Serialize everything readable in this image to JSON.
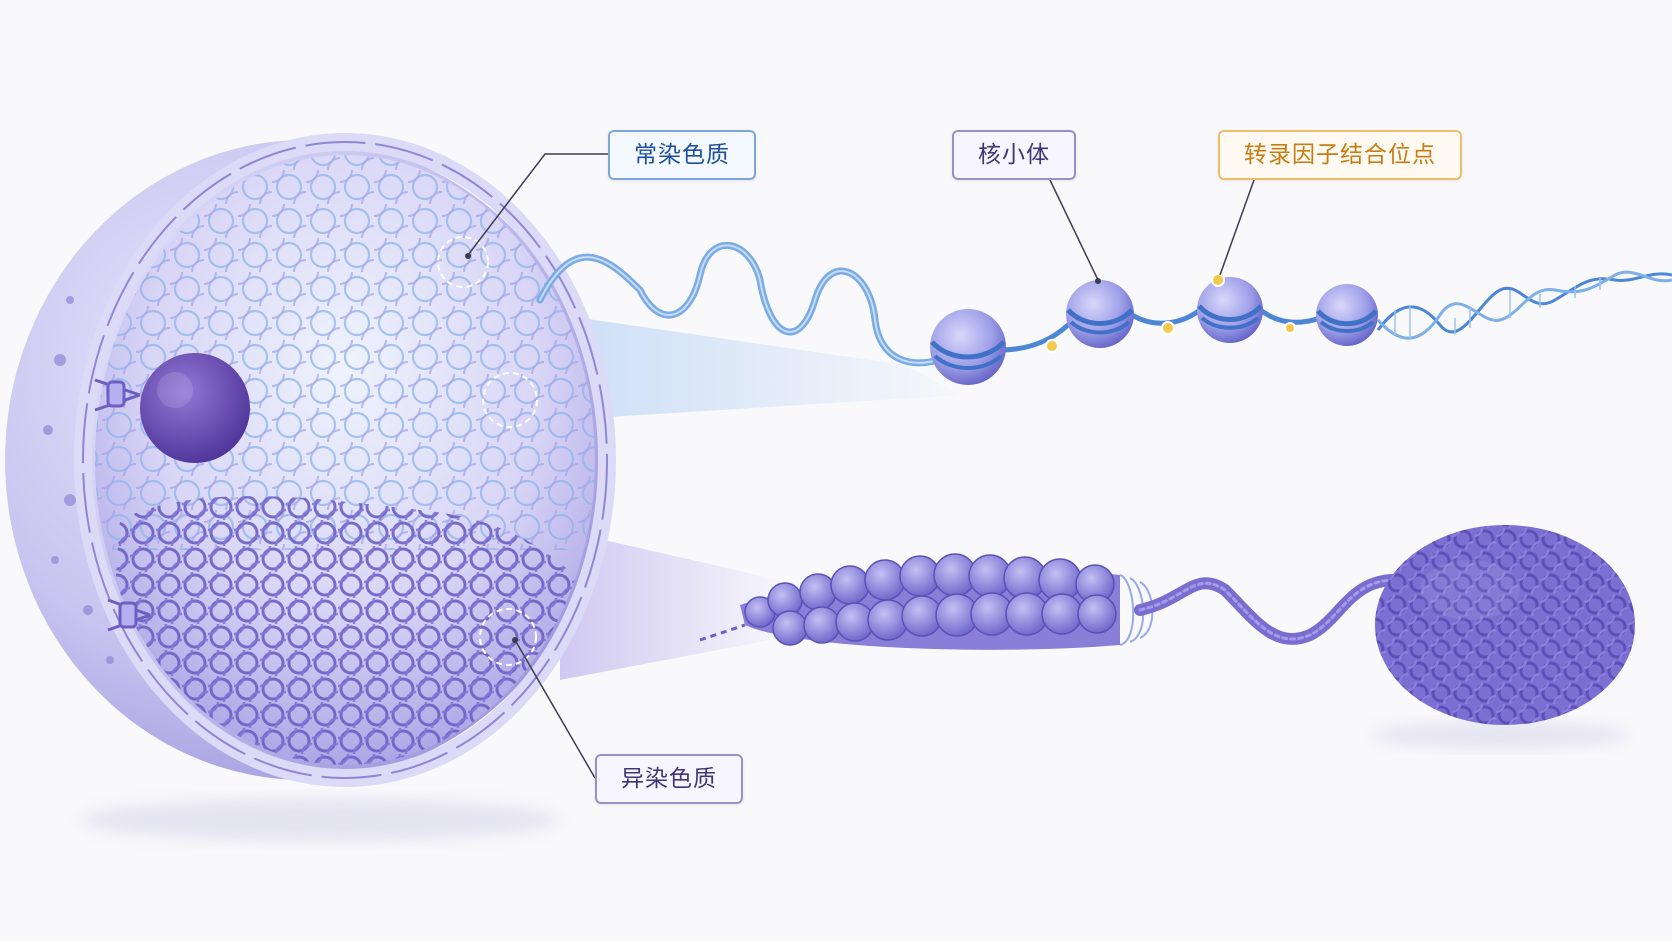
{
  "labels": {
    "euchromatin": "常染色质",
    "nucleosome": "核小体",
    "tf_binding_site": "转录因子结合位点",
    "heterochromatin": "异染色质"
  },
  "colors": {
    "nucleus_fill": "#c9c6f1",
    "euchromatin_fiber": "#7fb0e8",
    "heterochromatin_fiber": "#6d5fc4",
    "nucleolus": "#6a4db3",
    "nucleosome": "#9a9ae6",
    "dna_helix": "#4c86d6",
    "tf_dot": "#f2c94c",
    "background": "#f9f9fb"
  }
}
